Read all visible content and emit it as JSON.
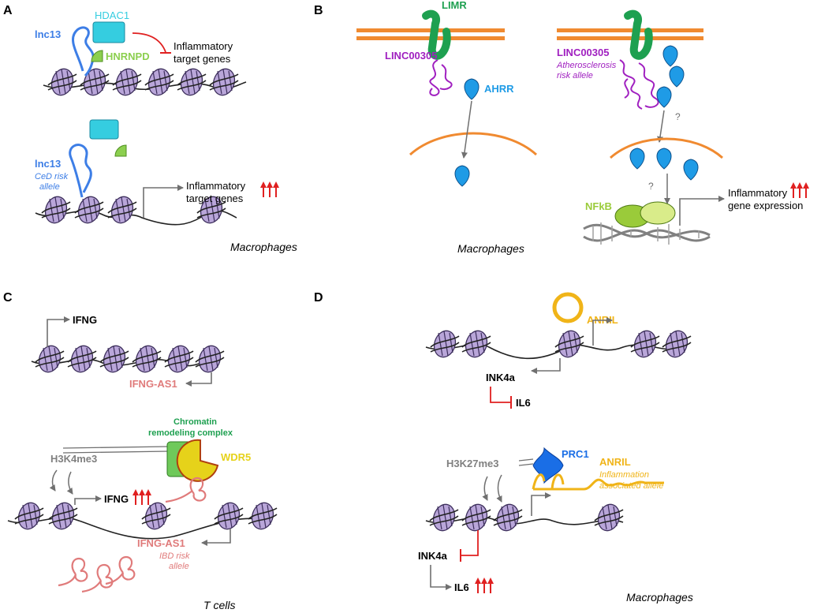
{
  "colors": {
    "nucleosome_fill": "#b9a6d9",
    "nucleosome_stroke": "#3d2f5c",
    "hdac1": "#35cde0",
    "hnrnpd": "#8ccf4f",
    "lnc13": "#3d7ee6",
    "inhibit_red": "#e02020",
    "membrane_orange": "#f08a30",
    "limr_green": "#1ea050",
    "linc_purple": "#a020c0",
    "ahrr_blue": "#1f9be6",
    "ifng_as1": "#e07b7b",
    "chromatin_complex": "#6fc95a",
    "wdr5_yellow": "#e6d21a",
    "anril_yellow": "#f0b418",
    "prc1_blue": "#1a6ee6",
    "nfkb_green": "#9acb3a",
    "gray_arrow": "#707070"
  },
  "panel_a": {
    "letter": "A",
    "hdac1": "HDAC1",
    "lnc13": "lnc13",
    "hnrnpd": "HNRNPD",
    "target_top_1": "Inflammatory",
    "target_top_2": "target genes",
    "lnc13_risk": "lnc13",
    "risk_1": "CeD risk",
    "risk_2": "allele",
    "target_bot_1": "Inflammatory",
    "target_bot_2": "target genes",
    "cell_type": "Macrophages"
  },
  "panel_b": {
    "letter": "B",
    "limr": "LIMR",
    "linc": "LINC00305",
    "ahrr": "AHRR",
    "linc_risk": "LINC00305",
    "risk_1": "Atherosclerosis",
    "risk_2": "risk allele",
    "q1": "?",
    "q2": "?",
    "nfkb": "NFkB",
    "expr_1": "Inflammatory",
    "expr_2": "gene expression",
    "cell_type": "Macrophages"
  },
  "panel_c": {
    "letter": "C",
    "ifng_top": "IFNG",
    "ifng_as1_top": "IFNG-AS1",
    "complex_1": "Chromatin",
    "complex_2": "remodeling complex",
    "wdr5": "WDR5",
    "h3k4": "H3K4me3",
    "ifng_bot": "IFNG",
    "ifng_as1_bot": "IFNG-AS1",
    "risk_1": "IBD risk",
    "risk_2": "allele",
    "cell_type": "T cells"
  },
  "panel_d": {
    "letter": "D",
    "anril_top": "ANRIL",
    "ink4a_top": "INK4a",
    "il6_top": "IL6",
    "prc1": "PRC1",
    "h3k27": "H3K27me3",
    "anril_bot": "ANRIL",
    "risk_1": "Inflammation",
    "risk_2": "associated allele",
    "ink4a_bot": "INK4a",
    "il6_bot": "IL6",
    "cell_type": "Macrophages"
  }
}
